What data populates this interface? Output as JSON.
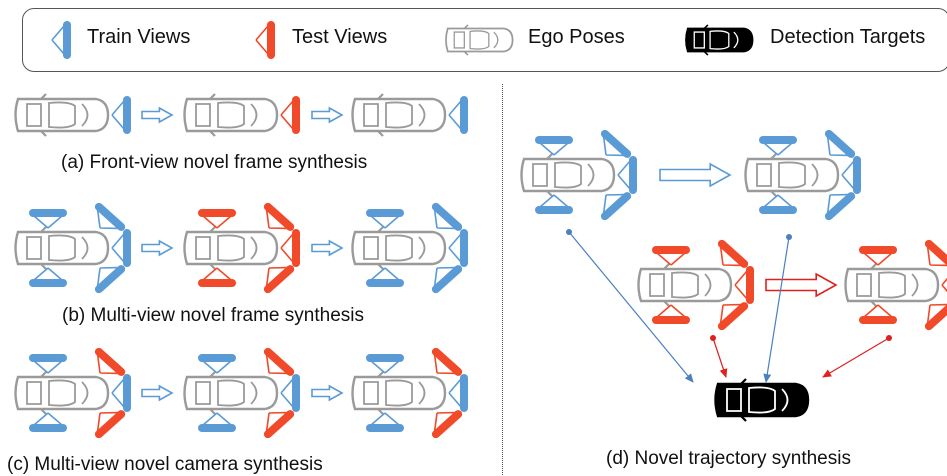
{
  "legend": {
    "train_label": "Train Views",
    "test_label": "Test Views",
    "ego_label": "Ego Poses",
    "target_label": "Detection Targets"
  },
  "captions": {
    "a": "(a) Front-view novel frame synthesis",
    "b": "(b) Multi-view novel frame synthesis",
    "c": "(c) Multi-view novel camera synthesis",
    "d": "(d) Novel trajectory synthesis"
  },
  "colors": {
    "train": "#5b9bd5",
    "test": "#f04a2a",
    "car_outline": "#9a9a9a",
    "target": "#000000",
    "frame_arrow_blue": "#5b9bd5",
    "frame_arrow_red": "#e02020"
  }
}
